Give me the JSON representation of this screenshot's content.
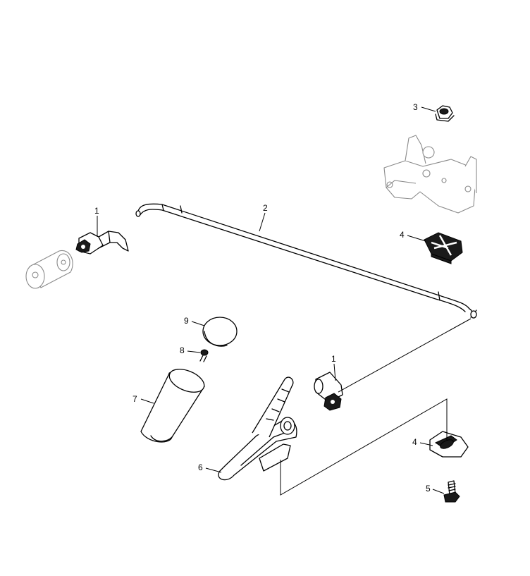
{
  "diagram": {
    "callouts": [
      {
        "id": "callout-1-left",
        "text": "1"
      },
      {
        "id": "callout-2",
        "text": "2"
      },
      {
        "id": "callout-3",
        "text": "3"
      },
      {
        "id": "callout-4-top",
        "text": "4"
      },
      {
        "id": "callout-9",
        "text": "9"
      },
      {
        "id": "callout-8",
        "text": "8"
      },
      {
        "id": "callout-1-right",
        "text": "1"
      },
      {
        "id": "callout-7",
        "text": "7"
      },
      {
        "id": "callout-4-bottom",
        "text": "4"
      },
      {
        "id": "callout-6",
        "text": "6"
      },
      {
        "id": "callout-5",
        "text": "5"
      }
    ]
  }
}
